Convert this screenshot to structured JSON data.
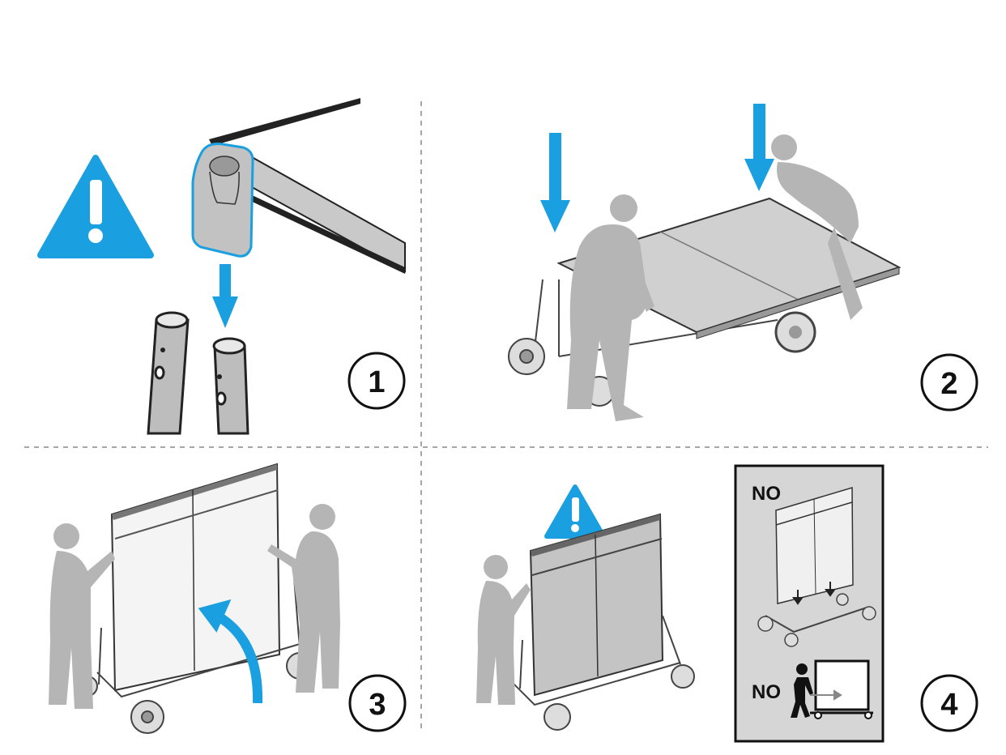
{
  "steps": [
    {
      "number": "1"
    },
    {
      "number": "2"
    },
    {
      "number": "3"
    },
    {
      "number": "4"
    }
  ],
  "inset": {
    "label_top": "NO",
    "label_bottom": "NO"
  },
  "colors": {
    "accent": "#1a9fe0",
    "figure": "#b5b5b5",
    "inset_bg": "#d6d6d6",
    "line": "#222222",
    "table_top": "#c9c9c9"
  },
  "icons": [
    "warning-triangle-icon",
    "down-arrow-icon",
    "curved-arrow-icon"
  ]
}
